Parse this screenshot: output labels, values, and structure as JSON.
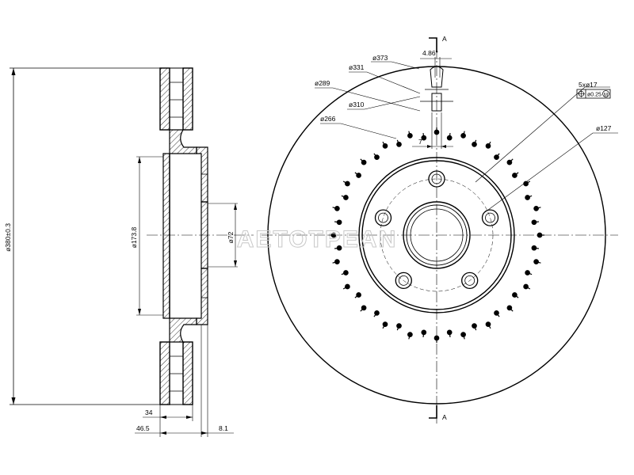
{
  "colors": {
    "line": "#000000",
    "background": "#ffffff",
    "watermark": "#c8c8c8"
  },
  "section_view": {
    "dimensions": {
      "outer_diameter": "ø380±0.3",
      "hat_diameter": "ø173.8",
      "center_bore": "ø72",
      "thickness": "34",
      "total_height": "46.5",
      "hat_offset": "8.1"
    }
  },
  "front_view": {
    "section_mark": "A",
    "dimensions": {
      "d373": "ø373",
      "d331": "ø331",
      "d310": "ø310",
      "d289": "ø289",
      "d266": "ø266",
      "d127": "ø127",
      "angle": "4.86°",
      "slot_width": "7",
      "bolt_holes": "5xø17",
      "tolerance_value": "ø0.25",
      "tolerance_modifier": "M"
    },
    "bolt_hole_count": 5,
    "rim_hole_count": 48
  },
  "watermark": {
    "text": "AETOTPEAN"
  }
}
